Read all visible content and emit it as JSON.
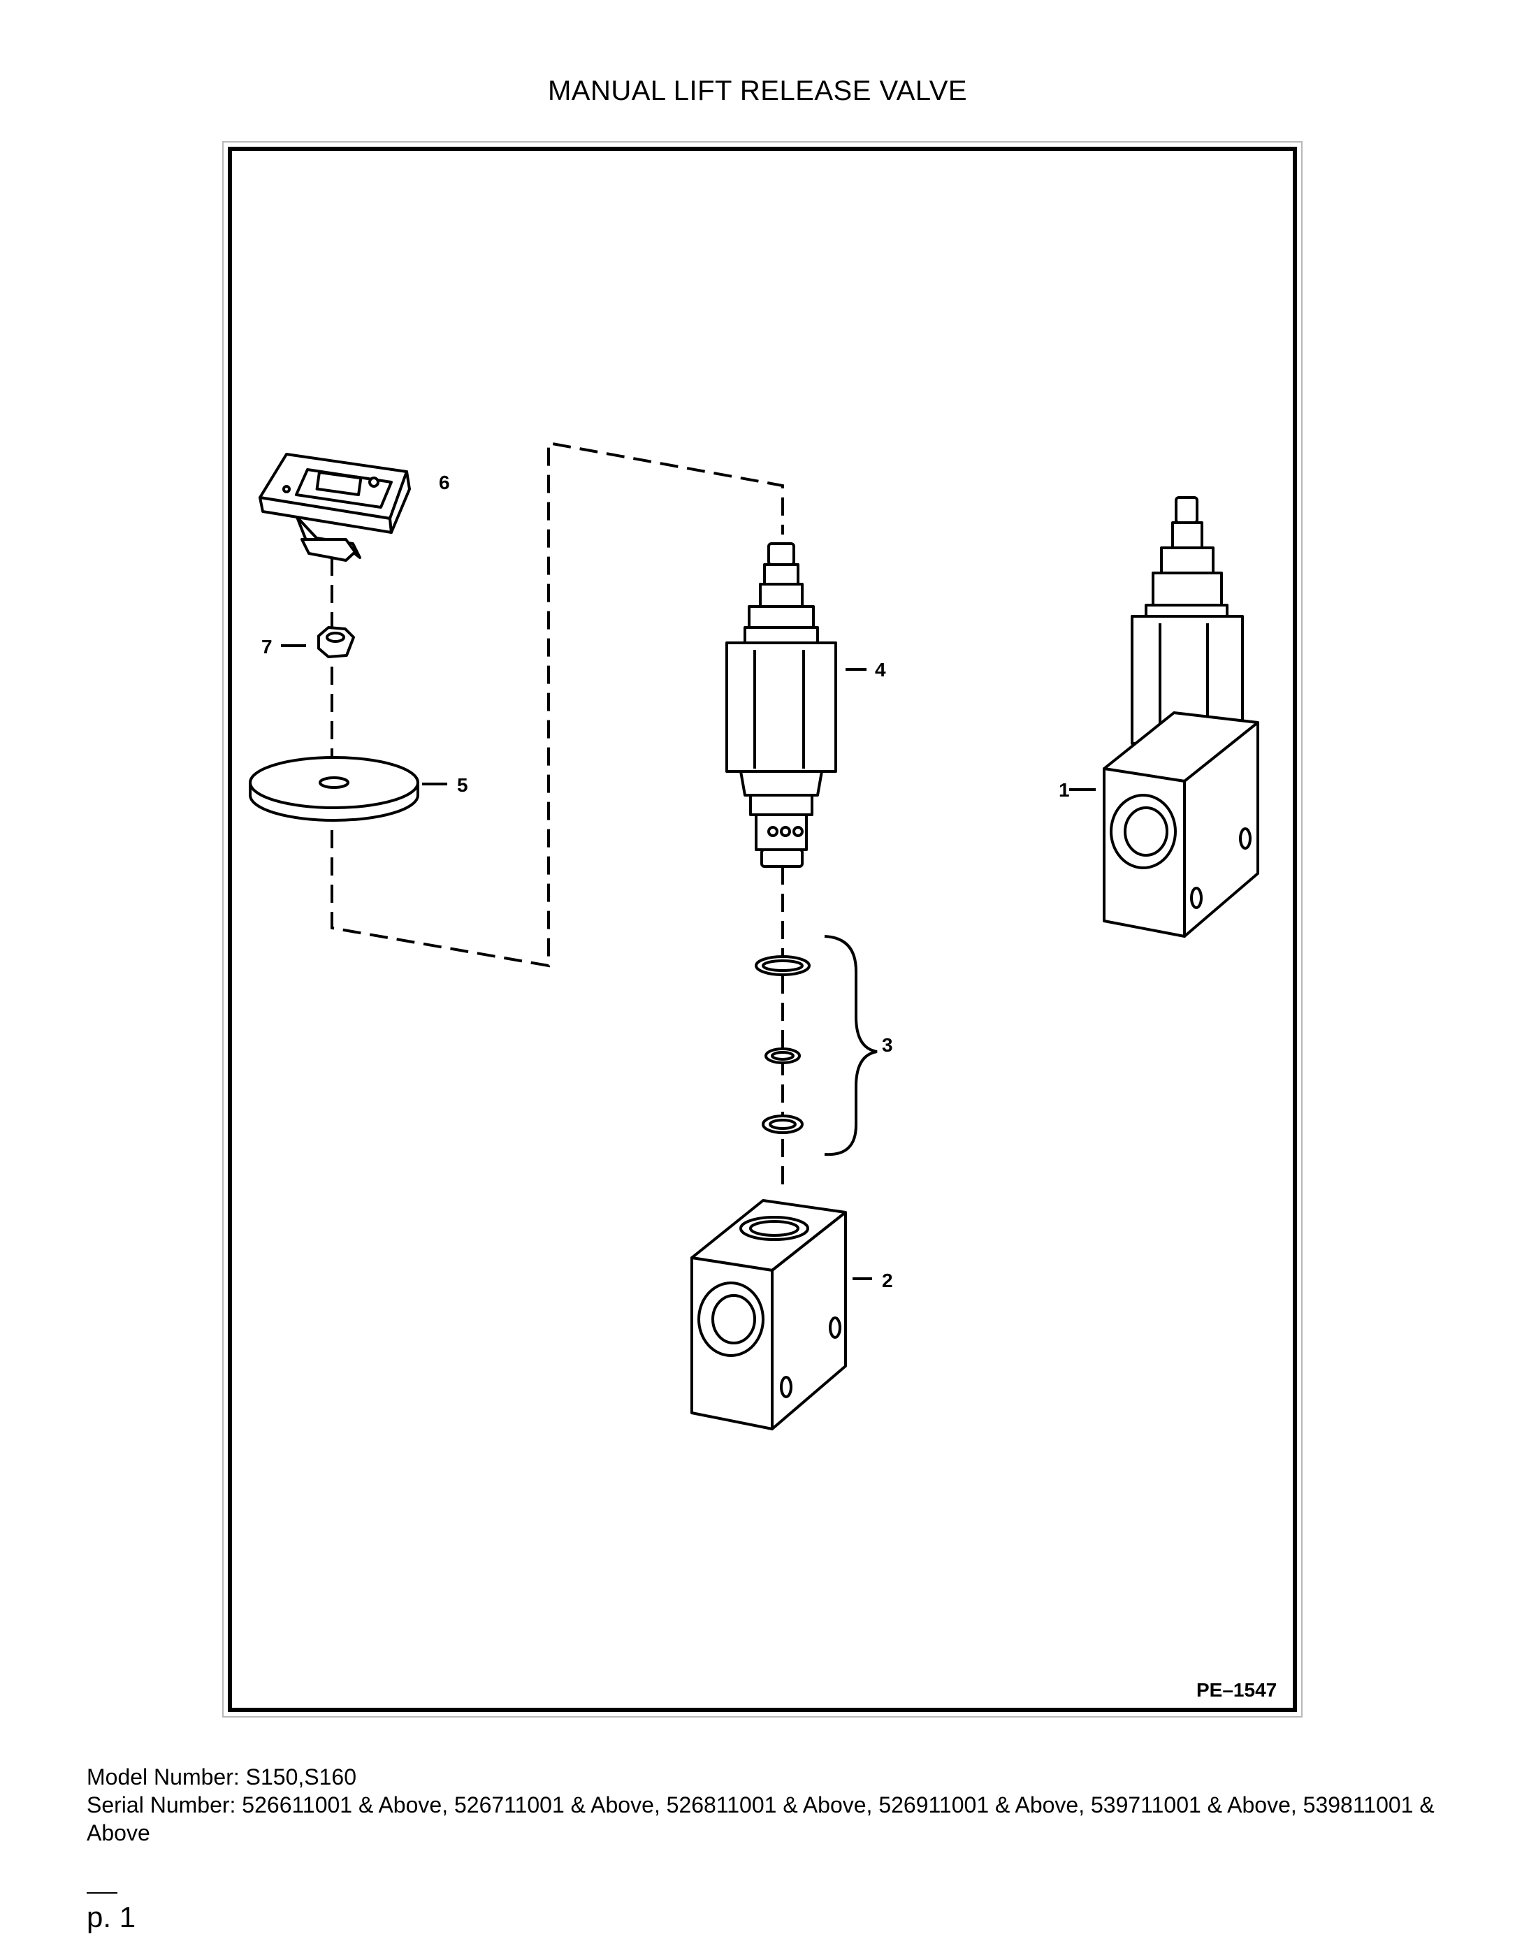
{
  "page": {
    "title": "MANUAL LIFT RELEASE VALVE",
    "drawing_id": "PE–1547",
    "model_line": "Model Number: S150,S160",
    "serial_line": "Serial Number: 526611001 & Above, 526711001 & Above, 526811001 & Above, 526911001 & Above, 539711001 & Above, 539811001 & Above",
    "page_marker": "__",
    "page_number": "p. 1"
  },
  "callouts": {
    "c1": "1",
    "c2": "2",
    "c3": "3",
    "c4": "4",
    "c5": "5",
    "c6": "6",
    "c7": "7"
  }
}
